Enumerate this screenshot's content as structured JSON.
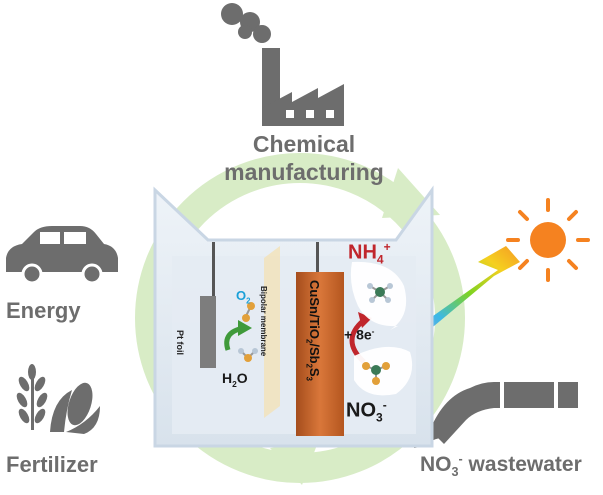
{
  "labels": {
    "chemical_line1": "Chemical",
    "chemical_line2": "manufacturing",
    "energy": "Energy",
    "fertilizer": "Fertilizer",
    "wastewater_prefix": "NO",
    "wastewater_sub": "3",
    "wastewater_sup": "-",
    "wastewater_suffix": " wastewater"
  },
  "cell": {
    "anode_label": "Pt foil",
    "membrane_label": "Bipolar membrane",
    "cathode_label_parts": [
      "CuSn/TiO",
      "2",
      "/Sb",
      "2",
      "S",
      "3"
    ],
    "o2": {
      "base": "O",
      "sub": "2"
    },
    "h2o": {
      "base": "H",
      "sub": "2",
      "tail": "O"
    },
    "nh4": {
      "base": "NH",
      "sub": "4",
      "sup": "+"
    },
    "no3": {
      "base": "NO",
      "sub": "3",
      "sup": "-"
    },
    "electrons": {
      "base": "+ 8e",
      "sup": "-"
    }
  },
  "icons": [
    "factory-icon",
    "car-icon",
    "crop-icon",
    "sun-icon",
    "pipe-icon"
  ],
  "colors": {
    "cycle": "#d8ecc6",
    "icon_gray": "#6d6d6d",
    "cathode": "#c8682e",
    "nh4_red": "#c0262c",
    "o2_blue": "#1aa0d8",
    "sun": "#f58220"
  }
}
